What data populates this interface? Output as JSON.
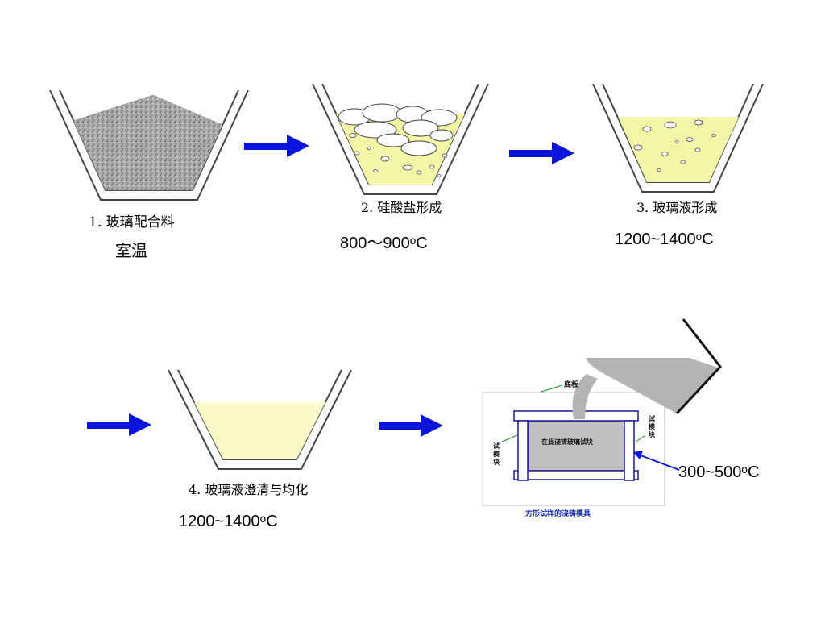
{
  "colors": {
    "arrow": "#0a14dc",
    "glass_melt": "#fafac8",
    "melt_with_bubbles": "#f5f5a8",
    "powder": "#9a9a9a",
    "crucible_outline": "#444444",
    "mold_cavity": "#c0c0c0",
    "ladle": "#b4b4b4",
    "mold_caption": "#1428b4",
    "callout_line": "#1e8c1e"
  },
  "stages": [
    {
      "label": "1. 玻璃配合料",
      "temperature": "室温"
    },
    {
      "label": "2. 硅酸盐形成",
      "temperature": "800～900ᵒC"
    },
    {
      "label": "3. 玻璃液形成",
      "temperature": "1200~1400ᵒC"
    },
    {
      "label": "4. 玻璃液澄清与均化",
      "temperature": "1200~1400ᵒC"
    }
  ],
  "mold": {
    "top_label": "底板",
    "left_label": "试\n模\n块",
    "right_label": "试\n模\n块",
    "center_label": "在此浇铸玻璃试块",
    "caption": "方形试样的浇铸模具",
    "temperature": "300~500ᵒC"
  },
  "icons": [
    "crucible-icon",
    "arrow-right-icon",
    "ladle-icon",
    "mold-icon"
  ]
}
